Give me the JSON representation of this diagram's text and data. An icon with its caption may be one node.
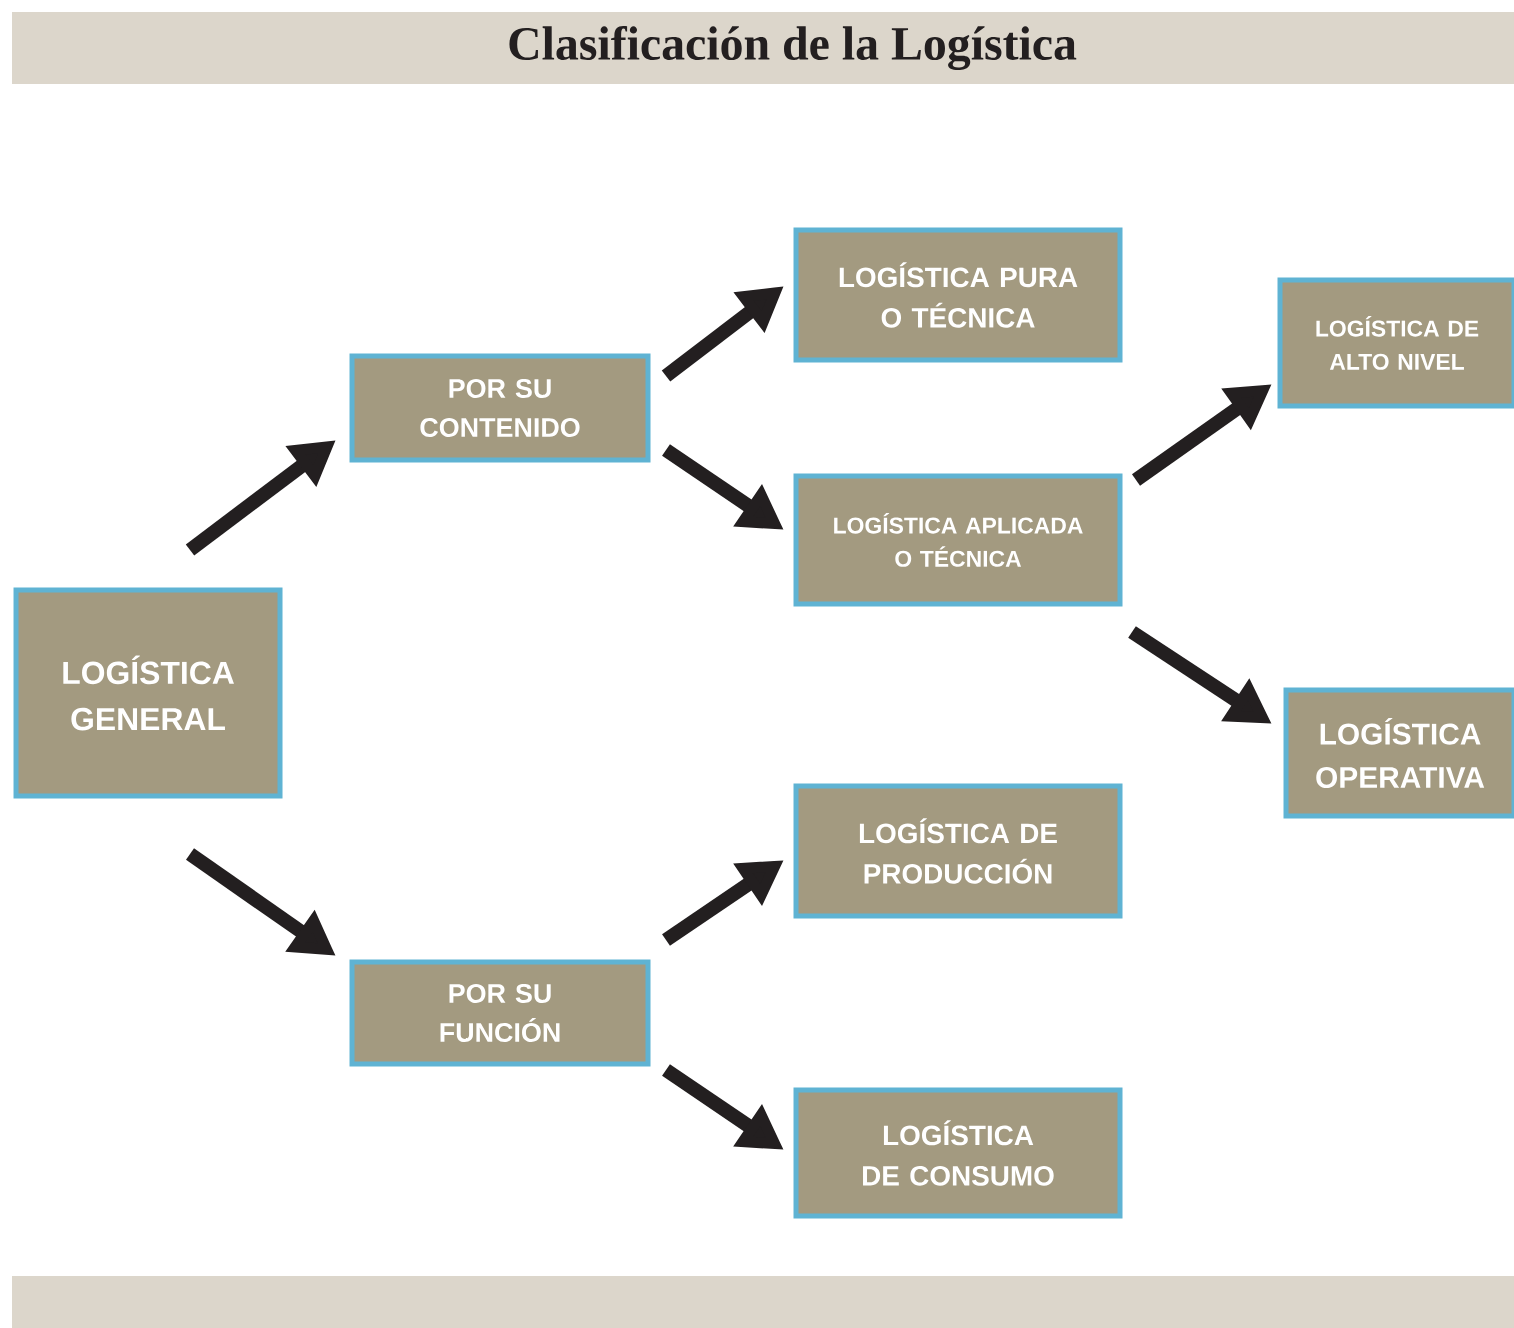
{
  "diagram": {
    "title": "Clasificación de la Logística",
    "nodes": [
      {
        "text": [
          "LOGÍSTICA GENERAL"
        ]
      },
      {
        "text": [
          "POR SU CONTENIDO"
        ]
      },
      {
        "text": [
          "POR SU FUNCIÓN"
        ]
      },
      {
        "text": [
          "LOGÍSTICA PURA O TÉCNICA"
        ]
      },
      {
        "text": [
          "LOGÍSTICA APLICADA O TÉCNICA"
        ]
      },
      {
        "text": [
          "LOGÍSTICA DE PRODUCCIÓN"
        ]
      },
      {
        "text": [
          "LOGÍSTICA DE CONSUMO"
        ]
      },
      {
        "text": [
          "LOGÍSTICA DE ALTO NIVEL"
        ]
      },
      {
        "text": [
          "LOGÍSTICA OPERATIVA"
        ]
      }
    ],
    "edges": [
      {
        "from": 0,
        "to": 1,
        "arrow": "to"
      },
      {
        "from": 0,
        "to": 2,
        "arrow": "to"
      },
      {
        "from": 1,
        "to": 3,
        "arrow": "to"
      },
      {
        "from": 1,
        "to": 4,
        "arrow": "to"
      },
      {
        "from": 2,
        "to": 5,
        "arrow": "to"
      },
      {
        "from": 2,
        "to": 6,
        "arrow": "to"
      },
      {
        "from": 4,
        "to": 7,
        "arrow": "to"
      },
      {
        "from": 4,
        "to": 8,
        "arrow": "to"
      }
    ]
  }
}
